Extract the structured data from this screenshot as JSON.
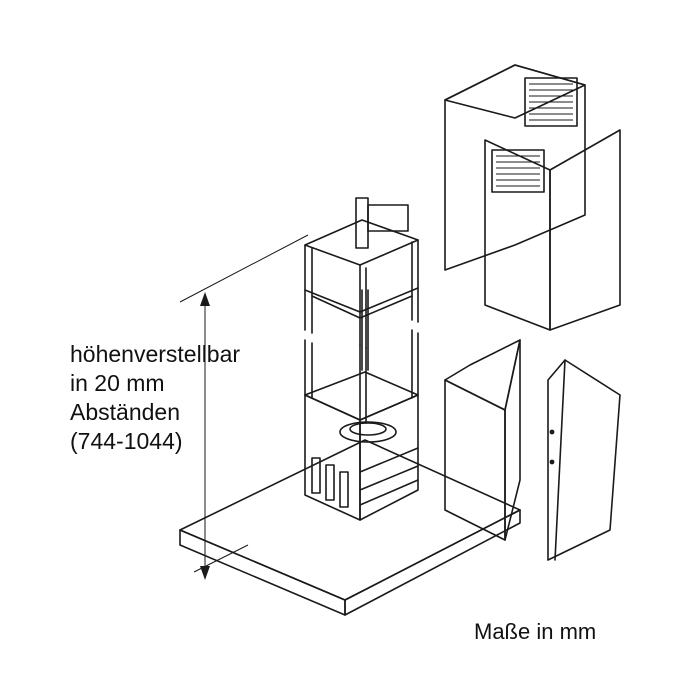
{
  "annotation": {
    "lines": [
      "höhenverstellbar",
      "in 20 mm",
      "Abständen",
      "(744-1044)"
    ]
  },
  "units_note": "Maße in mm",
  "colors": {
    "line": "#1a1a1a",
    "panel_fill": "#dcdcdc",
    "background": "#ffffff"
  }
}
